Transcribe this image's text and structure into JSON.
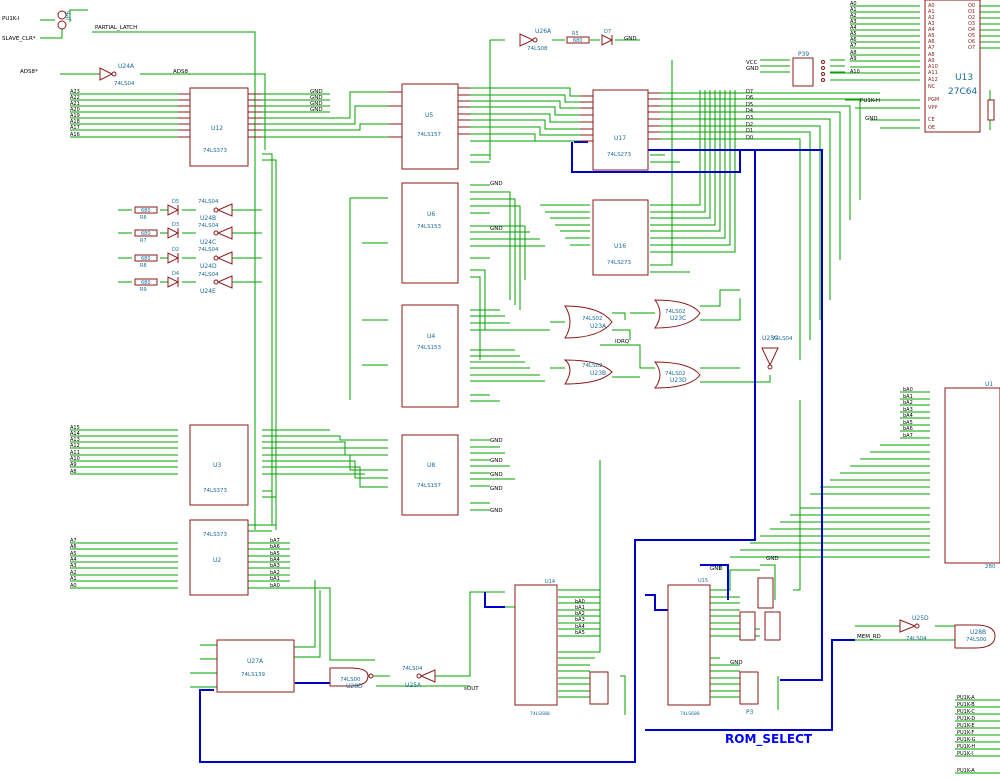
{
  "title_label": "ROM_SELECT",
  "colors": {
    "wire": "#00a000",
    "component": "#8b1a1a",
    "text": "#1a6b9a",
    "bus": "#0000cc",
    "background": "#ffffff"
  },
  "ics": [
    {
      "id": "U12",
      "part": "74LS373"
    },
    {
      "id": "U3",
      "part": "74LS373"
    },
    {
      "id": "U2",
      "part": "74LS373"
    },
    {
      "id": "U5",
      "part": "74LS157"
    },
    {
      "id": "U6",
      "part": "74LS153"
    },
    {
      "id": "U4",
      "part": "74LS153"
    },
    {
      "id": "U8",
      "part": "74LS157"
    },
    {
      "id": "U17",
      "part": "74LS273"
    },
    {
      "id": "U16",
      "part": "74LS273"
    },
    {
      "id": "U13",
      "part": "27C64"
    },
    {
      "id": "U27A",
      "part": "74LS139"
    },
    {
      "id": "U14",
      "part": "74LS688"
    },
    {
      "id": "U15",
      "part": "74LS688"
    },
    {
      "id": "U1",
      "part": "280"
    }
  ],
  "gates": [
    {
      "id": "U24A",
      "part": "74LS04"
    },
    {
      "id": "U26A",
      "part": "74LS08"
    },
    {
      "id": "U24B",
      "part": "74LS04"
    },
    {
      "id": "U24C",
      "part": "74LS04"
    },
    {
      "id": "U24D",
      "part": "74LS04"
    },
    {
      "id": "U24E",
      "part": "74LS04"
    },
    {
      "id": "U23A",
      "part": "74LS02"
    },
    {
      "id": "U23B",
      "part": "74LS02"
    },
    {
      "id": "U23C",
      "part": "74LS02"
    },
    {
      "id": "U23D",
      "part": "74LS02"
    },
    {
      "id": "U25C",
      "part": "74LS04"
    },
    {
      "id": "U28D",
      "part": "74LS00"
    },
    {
      "id": "U25A",
      "part": "74LS04"
    },
    {
      "id": "U25D",
      "part": "74LS04"
    },
    {
      "id": "U28B",
      "part": "74LS00"
    }
  ],
  "nets": {
    "pu1k_i": "PU1K-I",
    "slave_clr": "SLAVE_CLR*",
    "partial_latch": "PARTIAL_LATCH",
    "ads8_in": "ADS8*",
    "ads8_out": "ADS8",
    "iorq": "IORQ",
    "sout": "sOUT",
    "mem_rd": "MEM_RD",
    "pu1k_h": "PU1K-H",
    "gnd": "GND",
    "vcc": "VCC",
    "jp6": "JP6",
    "p39": "P39",
    "p3": "P3"
  },
  "addr_u12": [
    "A23",
    "A22",
    "A21",
    "A20",
    "A19",
    "A18",
    "A17",
    "A16"
  ],
  "addr_u3": [
    "A15",
    "A14",
    "A13",
    "A12",
    "A11",
    "A10",
    "A9",
    "A8"
  ],
  "addr_u2": [
    "A7",
    "A6",
    "A5",
    "A4",
    "A3",
    "A2",
    "A1",
    "A0"
  ],
  "u2_out": [
    "bA7",
    "bA6",
    "bA5",
    "bA4",
    "bA3",
    "bA2",
    "bA1",
    "bA0"
  ],
  "u13_addr": [
    "A0",
    "A1",
    "A2",
    "A3",
    "A4",
    "A5",
    "A6",
    "A7",
    "A8",
    "A9",
    "A10"
  ],
  "u13_pins_left": [
    "A0",
    "A1",
    "A2",
    "A3",
    "A4",
    "A5",
    "A6",
    "A7",
    "A8",
    "A9",
    "A10",
    "A11",
    "A12",
    "NC",
    "PGM",
    "VPP"
  ],
  "u13_pins_right": [
    "O0",
    "O1",
    "O2",
    "O3",
    "O4",
    "O5",
    "O6",
    "O7"
  ],
  "u13_pins_ctrl": [
    "CE",
    "OE"
  ],
  "data_bus": [
    "D7",
    "D6",
    "D5",
    "D4",
    "D3",
    "D2",
    "D1",
    "D0"
  ],
  "u1_left": [
    "bA0",
    "bA1",
    "bA2",
    "bA3",
    "bA4",
    "bA5",
    "bA6",
    "bA7"
  ],
  "pu1k_list": [
    "PU1K-A",
    "PU1K-B",
    "PU1K-C",
    "PU1K-D",
    "PU1K-E",
    "PU1K-F",
    "PU1K-G",
    "PU1K-H",
    "PU1K-I"
  ],
  "pu1k_last": "PU1K-A",
  "resistors": [
    {
      "ref": "R6",
      "value": "680"
    },
    {
      "ref": "R7",
      "value": "680"
    },
    {
      "ref": "R8",
      "value": "680"
    },
    {
      "ref": "R9",
      "value": "680"
    },
    {
      "ref": "R5",
      "value": "680"
    }
  ],
  "leds": [
    "D5",
    "D3",
    "D2",
    "D4",
    "D7"
  ]
}
